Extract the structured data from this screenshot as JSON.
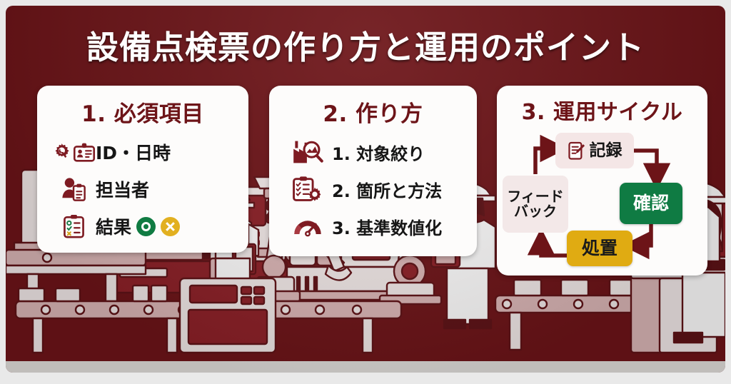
{
  "meta": {
    "title": "設備点検票の作り方と運用のポイント",
    "background_color": "#6d1418",
    "card_background": "#fdfcfb",
    "accent_green": "#0f7b43",
    "accent_gold": "#e0ab12",
    "accent_pink": "#f3e8e8"
  },
  "cards": [
    {
      "heading": "1. 必須項目",
      "items": [
        {
          "icons": [
            "gear-wrench-icon",
            "id-badge-icon"
          ],
          "label": "ID・日時"
        },
        {
          "icons": [
            "person-clipboard-icon"
          ],
          "label": "担当者"
        },
        {
          "icons": [
            "checklist-clipboard-icon"
          ],
          "label": "結果",
          "marks": [
            "circle-ok-mark",
            "cross-ng-mark"
          ]
        }
      ]
    },
    {
      "heading": "2. 作り方",
      "items": [
        {
          "icons": [
            "factory-magnifier-icon"
          ],
          "label": "1. 対象絞り"
        },
        {
          "icons": [
            "clipboard-gear-icon"
          ],
          "label": "2. 箇所と方法"
        },
        {
          "icons": [
            "gauge-meter-icon"
          ],
          "label": "3. 基準数値化"
        }
      ]
    },
    {
      "heading": "3. 運用サイクル",
      "cycle": {
        "record": "記録",
        "record_icon": "note-pencil-icon",
        "check": "確認",
        "action": "処置",
        "feedback_line1": "フィード",
        "feedback_line2": "バック"
      }
    }
  ]
}
